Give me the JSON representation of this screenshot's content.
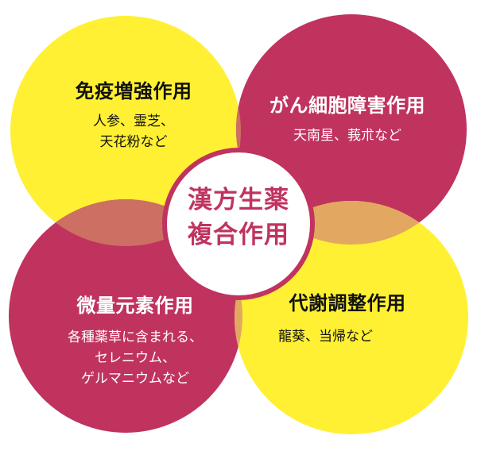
{
  "diagram": {
    "colors": {
      "yellow": "#fff033",
      "pink": "#c0335f",
      "overlap_left": "#cd6f63",
      "overlap_right": "#e2a862",
      "center_fill": "#ffffff",
      "center_border": "#c0335f",
      "center_text": "#c0335f"
    },
    "center": {
      "line1": "漢方生薬",
      "line2": "複合作用"
    },
    "circles": [
      {
        "position": "top-left",
        "color": "yellow",
        "title": "免疫増強作用",
        "lines": [
          "人参、霊芝、",
          "天花粉など"
        ]
      },
      {
        "position": "top-right",
        "color": "pink",
        "title": "がん細胞障害作用",
        "lines": [
          "天南星、莪朮など"
        ]
      },
      {
        "position": "bottom-left",
        "color": "pink",
        "title": "微量元素作用",
        "lines": [
          "各種薬草に含まれる、",
          "セレニウム、",
          "ゲルマニウムなど"
        ]
      },
      {
        "position": "bottom-right",
        "color": "yellow",
        "title": "代謝調整作用",
        "lines": [
          "龍葵、当帰など"
        ]
      }
    ]
  }
}
